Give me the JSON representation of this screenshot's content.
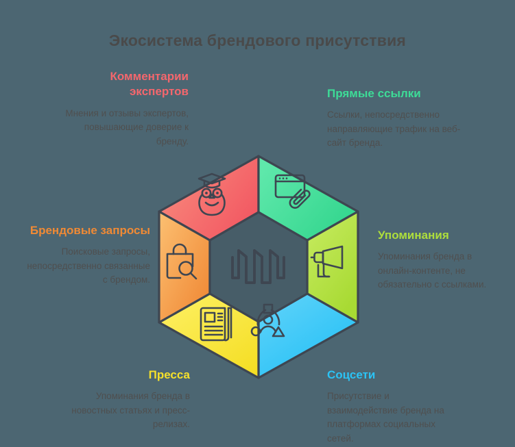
{
  "page": {
    "background_color": "#4c6672",
    "title": "Экосистема брендового присутствия",
    "title_color": "#4a4a4a"
  },
  "center": {
    "logo_icon": "brand-crown-logo-icon",
    "fill_color": "#455a64",
    "stroke_color": "#4a4a4a"
  },
  "segments": [
    {
      "id": "expert-comments",
      "heading": "Комментарии экспертов",
      "body": "Мнения и отзывы экспертов, повышающие доверие к бренду.",
      "color": "#f4676d",
      "color_light": "#fa8a80",
      "icon": "owl-graduate-icon",
      "align": "right"
    },
    {
      "id": "direct-links",
      "heading": "Прямые ссылки",
      "body": "Ссылки, непосредственно направляющие трафик на веб-сайт бренда.",
      "color": "#3ddc97",
      "color_light": "#5fe8a8",
      "icon": "browser-paperclip-icon",
      "align": "left"
    },
    {
      "id": "mentions",
      "heading": "Упоминания",
      "body": "Упоминания бренда в онлайн-контенте, не обязательно с ссылками.",
      "color": "#aede3c",
      "color_light": "#c3e95c",
      "icon": "megaphone-icon",
      "align": "left"
    },
    {
      "id": "social-networks",
      "heading": "Соцсети",
      "body": "Присутствие и взаимодействие бренда на платформах социальных сетей.",
      "color": "#2bc3f5",
      "color_light": "#5ed2f9",
      "icon": "social-group-icon",
      "align": "left"
    },
    {
      "id": "press",
      "heading": "Пресса",
      "body": "Упоминания бренда в новостных статьях и пресс-релизах.",
      "color": "#f5e02b",
      "color_light": "#fcec5c",
      "icon": "newspaper-icon",
      "align": "right"
    },
    {
      "id": "brand-queries",
      "heading": "Брендовые запросы",
      "body": "Поисковые запросы, непосредственно связанные с брендом.",
      "color": "#f08a35",
      "color_light": "#fab766",
      "icon": "shopping-bag-search-icon",
      "align": "right"
    }
  ]
}
